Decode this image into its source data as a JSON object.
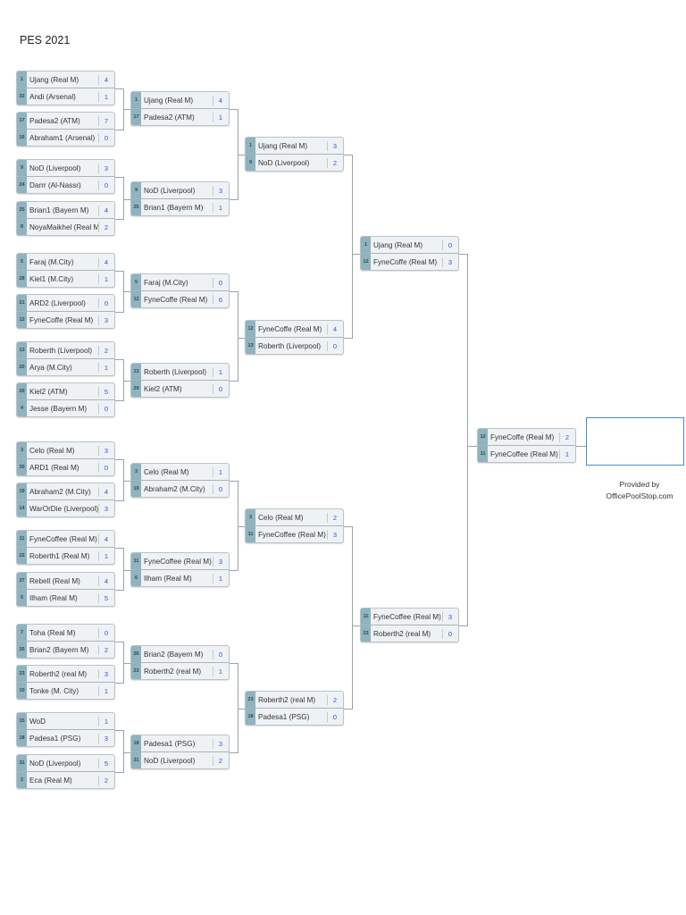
{
  "title": "PES 2021",
  "footer": {
    "line1": "Provided by",
    "line2": "OfficePoolStop.com"
  },
  "colors": {
    "seed_bg": "#8fb3bf",
    "score": "#3c4fd6",
    "box_bg": "#eef2f5",
    "winner_border": "#4a89c8"
  },
  "rounds": [
    {
      "name": "round-1",
      "matches": [
        {
          "top": {
            "seed": "1",
            "name": "Ujang (Real M)",
            "score": "4"
          },
          "bottom": {
            "seed": "32",
            "name": "Andi (Arsenal)",
            "score": "1"
          }
        },
        {
          "top": {
            "seed": "17",
            "name": "Padesa2 (ATM)",
            "score": "7"
          },
          "bottom": {
            "seed": "16",
            "name": "Abraham1 (Arsenal)",
            "score": "0"
          }
        },
        {
          "top": {
            "seed": "9",
            "name": "NoD (Liverpool)",
            "score": "3"
          },
          "bottom": {
            "seed": "24",
            "name": "Darrr (Al-Nassr)",
            "score": "0"
          }
        },
        {
          "top": {
            "seed": "25",
            "name": "Brian1 (Bayern M)",
            "score": "4"
          },
          "bottom": {
            "seed": "8",
            "name": "NoyaMaikhel (Real M)",
            "score": "2"
          }
        },
        {
          "top": {
            "seed": "5",
            "name": "Faraj (M.City)",
            "score": "4"
          },
          "bottom": {
            "seed": "28",
            "name": "Kiel1 (M.City)",
            "score": "1"
          }
        },
        {
          "top": {
            "seed": "21",
            "name": "ARD2 (Liverpool)",
            "score": "0"
          },
          "bottom": {
            "seed": "12",
            "name": "FyneCoffe (Real M)",
            "score": "3"
          }
        },
        {
          "top": {
            "seed": "13",
            "name": "Roberth (Liverpool)",
            "score": "2"
          },
          "bottom": {
            "seed": "20",
            "name": "Arya (M.City)",
            "score": "1"
          }
        },
        {
          "top": {
            "seed": "29",
            "name": "Kiel2 (ATM)",
            "score": "5"
          },
          "bottom": {
            "seed": "4",
            "name": "Jesse (Bayern M)",
            "score": "0"
          }
        },
        {
          "top": {
            "seed": "3",
            "name": "Celo (Real M)",
            "score": "3"
          },
          "bottom": {
            "seed": "30",
            "name": "ARD1 (Real M)",
            "score": "0"
          }
        },
        {
          "top": {
            "seed": "19",
            "name": "Abraham2 (M.City)",
            "score": "4"
          },
          "bottom": {
            "seed": "14",
            "name": "WarOrDie (Liverpool)",
            "score": "3"
          }
        },
        {
          "top": {
            "seed": "11",
            "name": "FyneCoffee (Real M)",
            "score": "4"
          },
          "bottom": {
            "seed": "22",
            "name": "Roberth1 (Real M)",
            "score": "1"
          }
        },
        {
          "top": {
            "seed": "27",
            "name": "Rebell (Real M)",
            "score": "4"
          },
          "bottom": {
            "seed": "6",
            "name": "Ilham (Real M)",
            "score": "5"
          }
        },
        {
          "top": {
            "seed": "7",
            "name": "Toha (Real M)",
            "score": "0"
          },
          "bottom": {
            "seed": "26",
            "name": "Brian2 (Bayern M)",
            "score": "2"
          }
        },
        {
          "top": {
            "seed": "23",
            "name": "Roberth2 (real M)",
            "score": "3"
          },
          "bottom": {
            "seed": "10",
            "name": "Tonke (M. City)",
            "score": "1"
          }
        },
        {
          "top": {
            "seed": "15",
            "name": "WoD",
            "score": "1"
          },
          "bottom": {
            "seed": "18",
            "name": "Padesa1 (PSG)",
            "score": "3"
          }
        },
        {
          "top": {
            "seed": "31",
            "name": "NoD (Liverpool)",
            "score": "5"
          },
          "bottom": {
            "seed": "2",
            "name": "Eca (Real M)",
            "score": "2"
          }
        }
      ]
    },
    {
      "name": "round-2",
      "matches": [
        {
          "top": {
            "seed": "1",
            "name": "Ujang (Real M)",
            "score": "4"
          },
          "bottom": {
            "seed": "17",
            "name": "Padesa2 (ATM)",
            "score": "1"
          }
        },
        {
          "top": {
            "seed": "9",
            "name": "NoD (Liverpool)",
            "score": "3"
          },
          "bottom": {
            "seed": "25",
            "name": "Brian1 (Bayern M)",
            "score": "1"
          }
        },
        {
          "top": {
            "seed": "5",
            "name": "Faraj (M.City)",
            "score": "0"
          },
          "bottom": {
            "seed": "12",
            "name": "FyneCoffe (Real M)",
            "score": "6"
          }
        },
        {
          "top": {
            "seed": "13",
            "name": "Roberth (Liverpool)",
            "score": "1"
          },
          "bottom": {
            "seed": "29",
            "name": "Kiel2 (ATM)",
            "score": "0"
          }
        },
        {
          "top": {
            "seed": "3",
            "name": "Celo (Real M)",
            "score": "1"
          },
          "bottom": {
            "seed": "19",
            "name": "Abraham2 (M.City)",
            "score": "0"
          }
        },
        {
          "top": {
            "seed": "11",
            "name": "FyneCoffee (Real M)",
            "score": "3"
          },
          "bottom": {
            "seed": "6",
            "name": "Ilham (Real M)",
            "score": "1"
          }
        },
        {
          "top": {
            "seed": "26",
            "name": "Brian2 (Bayern M)",
            "score": "0"
          },
          "bottom": {
            "seed": "23",
            "name": "Roberth2 (real M)",
            "score": "1"
          }
        },
        {
          "top": {
            "seed": "18",
            "name": "Padesa1 (PSG)",
            "score": "3"
          },
          "bottom": {
            "seed": "31",
            "name": "NoD (Liverpool)",
            "score": "2"
          }
        }
      ]
    },
    {
      "name": "round-3",
      "matches": [
        {
          "top": {
            "seed": "1",
            "name": "Ujang (Real M)",
            "score": "3"
          },
          "bottom": {
            "seed": "9",
            "name": "NoD (Liverpool)",
            "score": "2"
          }
        },
        {
          "top": {
            "seed": "12",
            "name": "FyneCoffe (Real M)",
            "score": "4"
          },
          "bottom": {
            "seed": "13",
            "name": "Roberth (Liverpool)",
            "score": "0"
          }
        },
        {
          "top": {
            "seed": "3",
            "name": "Celo (Real M)",
            "score": "2"
          },
          "bottom": {
            "seed": "11",
            "name": "FyneCoffee (Real M)",
            "score": "3"
          }
        },
        {
          "top": {
            "seed": "23",
            "name": "Roberth2 (real M)",
            "score": "2"
          },
          "bottom": {
            "seed": "18",
            "name": "Padesa1 (PSG)",
            "score": "0"
          }
        }
      ]
    },
    {
      "name": "semifinal",
      "matches": [
        {
          "top": {
            "seed": "1",
            "name": "Ujang (Real M)",
            "score": "0"
          },
          "bottom": {
            "seed": "12",
            "name": "FyneCoffe (Real M)",
            "score": "3"
          }
        },
        {
          "top": {
            "seed": "11",
            "name": "FyneCoffee (Real M)",
            "score": "3"
          },
          "bottom": {
            "seed": "23",
            "name": "Roberth2 (real M)",
            "score": "0"
          }
        }
      ]
    },
    {
      "name": "final",
      "matches": [
        {
          "top": {
            "seed": "12",
            "name": "FyneCoffe (Real M)",
            "score": "2"
          },
          "bottom": {
            "seed": "11",
            "name": "FyneCoffee (Real M)",
            "score": "1"
          }
        }
      ]
    }
  ]
}
